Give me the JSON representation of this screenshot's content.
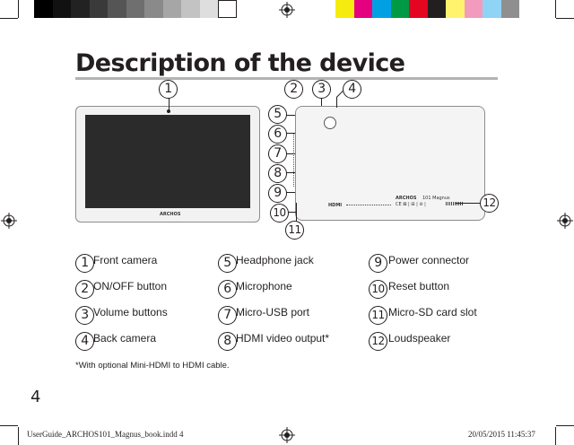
{
  "page": {
    "title": "Description of the device",
    "page_number": "4",
    "footnote": "*With optional Mini-HDMI to HDMI cable.",
    "slug_left": "UserGuide_ARCHOS101_Magnus_book.indd   4",
    "slug_right": "20/05/2015   11:45:37"
  },
  "colors": {
    "grey_bar": [
      "#000000",
      "#111111",
      "#222222",
      "#3a3a3a",
      "#555555",
      "#6f6f6f",
      "#8a8a8a",
      "#a6a6a6",
      "#c3c3c3",
      "#dedede",
      "#ffffff"
    ],
    "color_bar": [
      "#f6eb0f",
      "#e4007e",
      "#00a0e3",
      "#009a44",
      "#e40521",
      "#231f20",
      "#fff36d",
      "#f39bbd",
      "#8fd3f5",
      "#8f8f8f"
    ]
  },
  "diagram": {
    "callouts": [
      "1",
      "2",
      "3",
      "4",
      "5",
      "6",
      "7",
      "8",
      "9",
      "10",
      "11",
      "12"
    ],
    "front_logo": "ARCHOS",
    "back_logo": "ARCHOS",
    "back_model": "101 Magnus",
    "back_hdmi": "HDMI",
    "back_icons": "CE  ⊠  |  ⊞ | ⊘ |"
  },
  "legend": [
    {
      "num": "1",
      "label": "Front camera"
    },
    {
      "num": "2",
      "label": "ON/OFF button"
    },
    {
      "num": "3",
      "label": "Volume buttons"
    },
    {
      "num": "4",
      "label": "Back  camera"
    },
    {
      "num": "5",
      "label": "Headphone jack"
    },
    {
      "num": "6",
      "label": "Microphone"
    },
    {
      "num": "7",
      "label": "Micro-USB port"
    },
    {
      "num": "8",
      "label": "HDMI video output*"
    },
    {
      "num": "9",
      "label": "Power connector"
    },
    {
      "num": "10",
      "label": "Reset button"
    },
    {
      "num": "11",
      "label": "Micro-SD card slot"
    },
    {
      "num": "12",
      "label": "Loudspeaker"
    }
  ]
}
